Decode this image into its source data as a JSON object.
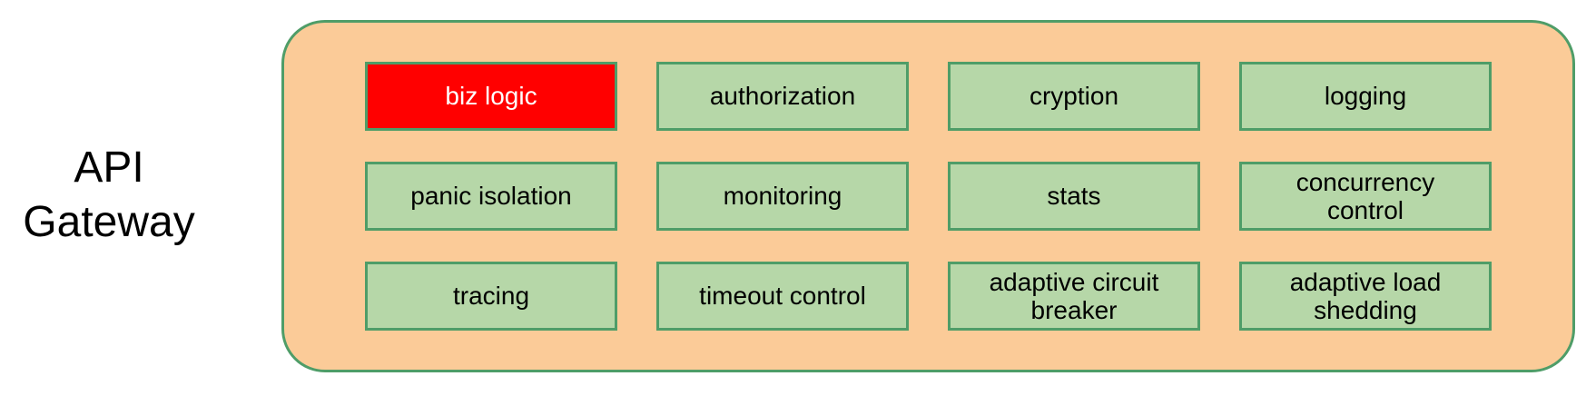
{
  "diagram": {
    "gateway_label": "API Gateway",
    "features": [
      {
        "label": "biz logic",
        "highlight": true
      },
      {
        "label": "authorization",
        "highlight": false
      },
      {
        "label": "cryption",
        "highlight": false
      },
      {
        "label": "logging",
        "highlight": false
      },
      {
        "label": "panic isolation",
        "highlight": false
      },
      {
        "label": "monitoring",
        "highlight": false
      },
      {
        "label": "stats",
        "highlight": false
      },
      {
        "label": "concurrency control",
        "highlight": false
      },
      {
        "label": "tracing",
        "highlight": false
      },
      {
        "label": "timeout control",
        "highlight": false
      },
      {
        "label": "adaptive circuit breaker",
        "highlight": false
      },
      {
        "label": "adaptive load shedding",
        "highlight": false
      }
    ],
    "colors": {
      "container_fill": "#fbcb98",
      "container_border": "#4f9d68",
      "box_fill": "#b6d7a8",
      "box_border": "#4f9d68",
      "highlight_fill": "#ff0000",
      "highlight_text": "#ffffff",
      "text": "#000000"
    }
  }
}
